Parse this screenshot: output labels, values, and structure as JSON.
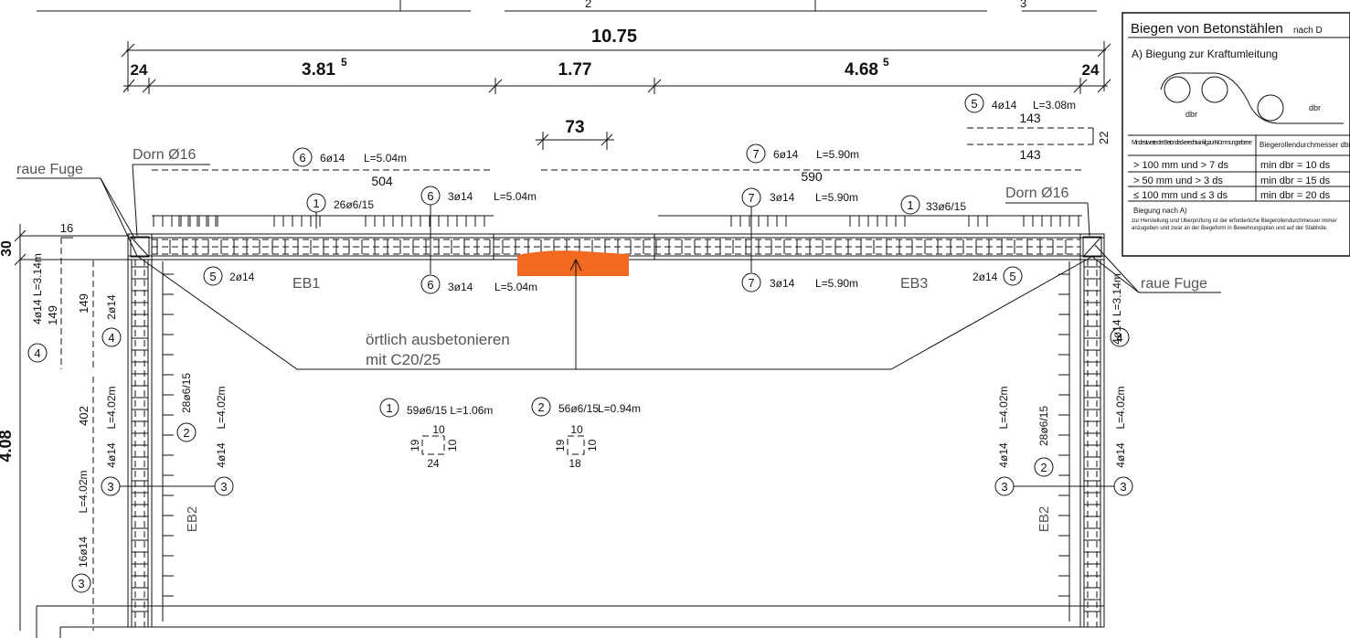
{
  "dimensions": {
    "total": "10.75",
    "seg_left": "24",
    "seg_1": "3.81",
    "seg_1_sup": "5",
    "seg_2": "1.77",
    "seg_3": "4.68",
    "seg_3_sup": "5",
    "seg_right": "24",
    "local": "73",
    "height": "4.08",
    "left_30": "30",
    "left_16": "16"
  },
  "labels": {
    "raue_fuge": "raue Fuge",
    "dorn": "Dorn Ø16",
    "eb1": "EB1",
    "eb2": "EB2",
    "eb3": "EB3",
    "note_line1": "örtlich ausbetonieren",
    "note_line2": "mit C20/25"
  },
  "bars": {
    "b1_top_left": "26ø6/15",
    "b1_top_right": "33ø6/15",
    "b1_center": "59ø6/15 L=1.06m",
    "b2_center": "56ø6/15",
    "b2_center_len": "L=0.94m",
    "b2_col": "28ø6/15",
    "b3_top": "4ø14",
    "b3_len": "L=4.02m",
    "b3_bottom": "16ø14",
    "b4_col": "4ø14 L=3.14m",
    "b4_small": "2ø14",
    "b5_top": "4ø14",
    "b5_len": "L=3.08m",
    "b5_small": "2ø14",
    "b6_top": "6ø14",
    "b6_mid": "3ø14",
    "b6_bot": "3ø14",
    "b6_len": "L=5.04m",
    "b7_top": "6ø14",
    "b7_mid": "3ø14",
    "b7_bot": "3ø14",
    "b7_len": "L=5.90m",
    "len_504": "504",
    "len_590": "590",
    "len_143a": "143",
    "len_143b": "143",
    "len_22": "22",
    "len_149a": "149",
    "len_149b": "149",
    "len_402": "402",
    "stirrup1": [
      "10",
      "19",
      "10",
      "24"
    ],
    "stirrup2": [
      "10",
      "19",
      "10",
      "18"
    ]
  },
  "markers": [
    "1",
    "2",
    "3",
    "4",
    "5",
    "6",
    "7"
  ],
  "top_labels": [
    "2",
    "3"
  ],
  "infobox": {
    "title": "Biegen von Betonstählen",
    "title_suffix": "nach D",
    "subtitle": "A) Biegung zur Kraftumleitung",
    "dbr": "dbr",
    "table_h1": "Mindestwerte der Betondecke rechtwinklig zur Krümmungsebene",
    "table_h2": "Biegerollendurchmesser dbr",
    "rows": [
      [
        "> 100 mm und > 7 ds",
        "min dbr = 10 ds"
      ],
      [
        "> 50 mm und > 3 ds",
        "min dbr = 15 ds"
      ],
      [
        "≤ 100 mm und ≤ 3 ds",
        "min dbr = 20 ds"
      ]
    ],
    "footer1": "Biegung nach A)",
    "footer2": "zur Herstellung und Überprüfung ist der erforderliche Biegerollendurchmesser immer anzugeben und zwar an der Biegeform in Bewehrungsplan und auf der Stabliste."
  },
  "colors": {
    "highlight": "#f26a21",
    "ink": "#111111"
  }
}
